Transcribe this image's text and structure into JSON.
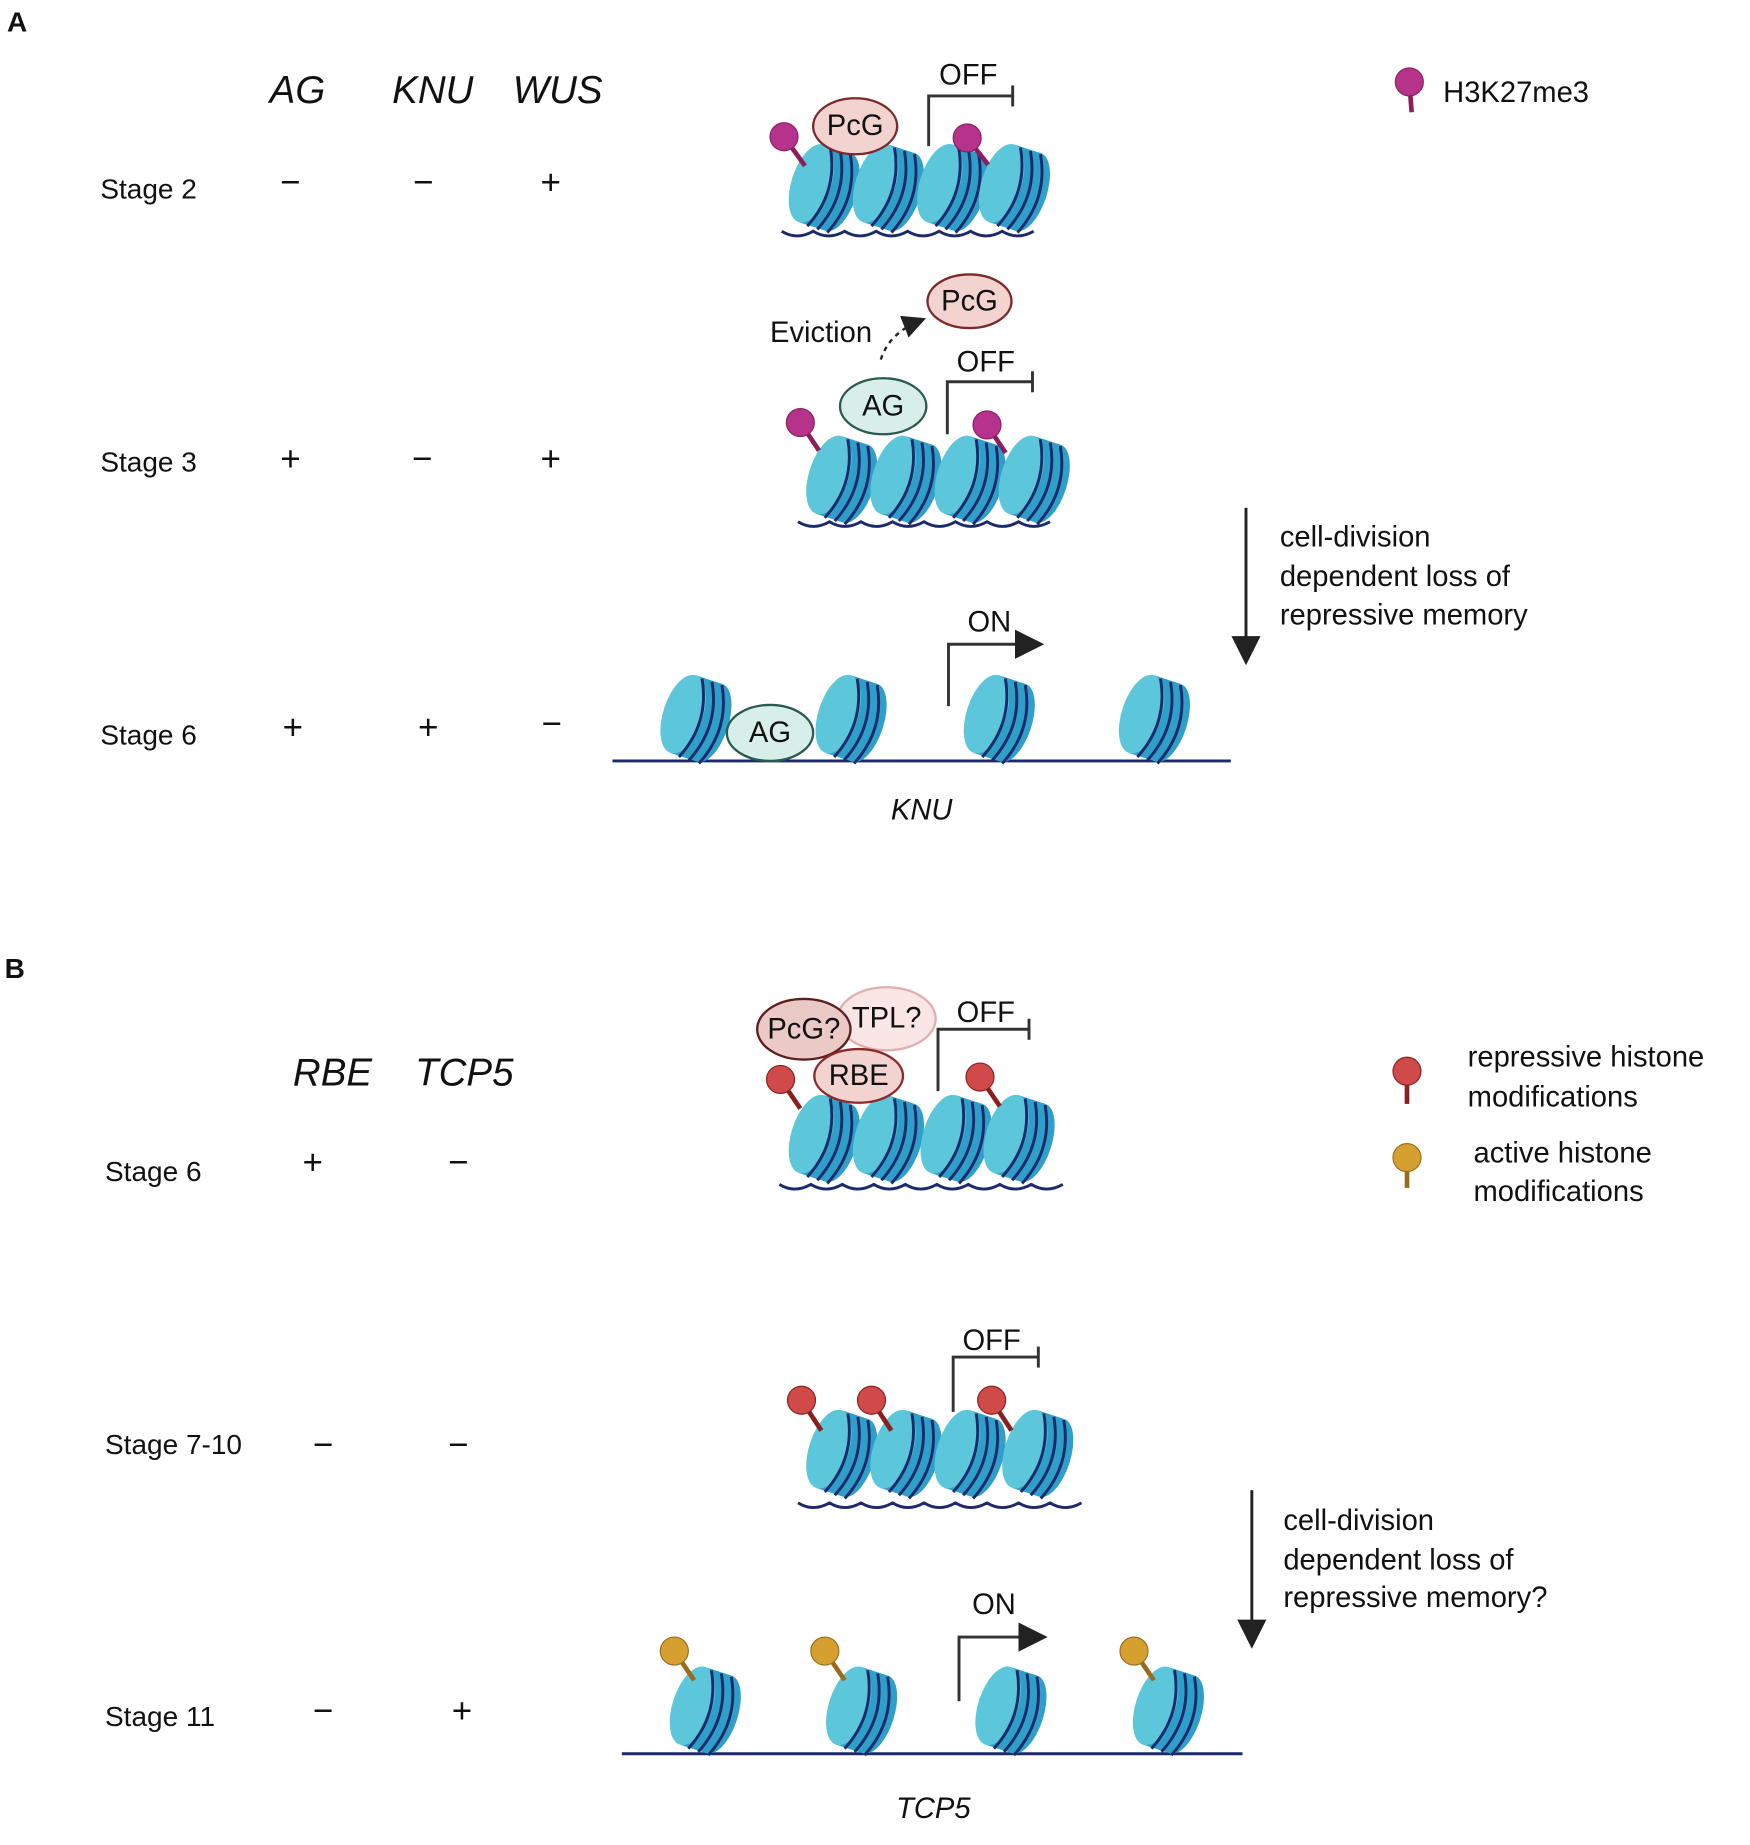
{
  "colors": {
    "nucleosome_light": "#5cc6da",
    "nucleosome_dark": "#2e9fc9",
    "dna": "#1c2a6b",
    "h3k27me3": "#b5338a",
    "repressive": "#d04a4a",
    "active": "#d6a030",
    "pcg": "#f2d3d0",
    "ag": "#d8efe9"
  },
  "panelA": {
    "label": "A",
    "genes": [
      "AG",
      "KNU",
      "WUS"
    ],
    "stages": [
      {
        "label": "Stage 2",
        "signs": [
          "−",
          "−",
          "+"
        ],
        "state": "OFF"
      },
      {
        "label": "Stage 3",
        "signs": [
          "+",
          "−",
          "+"
        ],
        "state": "OFF"
      },
      {
        "label": "Stage 6",
        "signs": [
          "+",
          "+",
          "−"
        ],
        "state": "ON"
      }
    ],
    "proteins": {
      "pcg": "PcG",
      "pcg_evicted": "PcG",
      "ag": "AG",
      "ag_stage6": "AG"
    },
    "eviction": "Eviction",
    "gene_name": "KNU",
    "arrow_text": [
      "cell-division",
      "dependent loss of",
      "repressive memory"
    ],
    "legend": "H3K27me3"
  },
  "panelB": {
    "label": "B",
    "genes": [
      "RBE",
      "TCP5"
    ],
    "stages": [
      {
        "label": "Stage 6",
        "signs": [
          "+",
          "−"
        ],
        "state": "OFF"
      },
      {
        "label": "Stage 7-10",
        "signs": [
          "−",
          "−"
        ],
        "state": "OFF"
      },
      {
        "label": "Stage 11",
        "signs": [
          "−",
          "+"
        ],
        "state": "ON"
      }
    ],
    "proteins": {
      "pcg": "PcG?",
      "tpl": "TPL?",
      "rbe": "RBE"
    },
    "gene_name": "TCP5",
    "arrow_text": [
      "cell-division",
      "dependent loss of",
      "repressive memory?"
    ],
    "legend": {
      "repressive": [
        "repressive histone",
        "modifications"
      ],
      "active": [
        "active histone",
        "modifications"
      ]
    }
  }
}
